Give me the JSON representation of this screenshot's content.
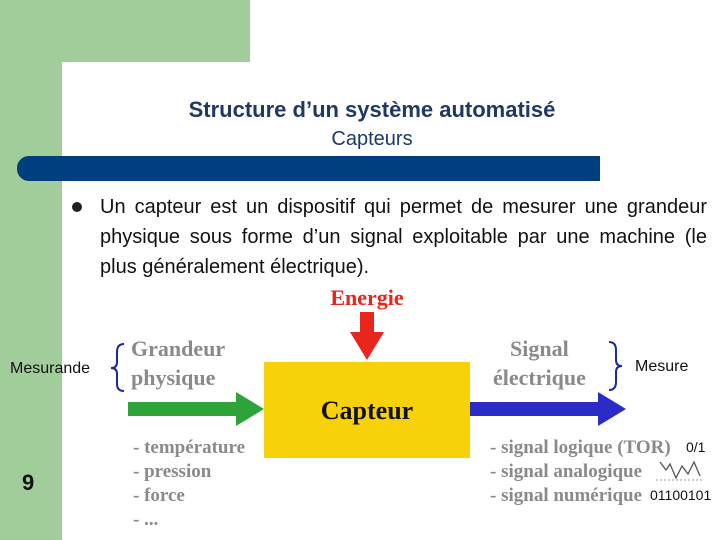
{
  "slide": {
    "title": "Structure d’un système automatisé",
    "subtitle": "Capteurs",
    "bullet_text": "Un capteur est un dispositif qui permet de mesurer une grandeur physique sous forme d’un signal exploitable par une machine (le plus généralement électrique).",
    "page_number": "9"
  },
  "diagram": {
    "energie": "Energie",
    "grandeur_line1": "Grandeur",
    "grandeur_line2": "physique",
    "capteur": "Capteur",
    "signal_line1": "Signal",
    "signal_line2": "électrique",
    "inputs": [
      "- température",
      "- pression",
      "- force",
      "- ..."
    ],
    "outputs": [
      "- signal logique (TOR)",
      "- signal analogique",
      "- signal numérique"
    ],
    "colors": {
      "energie": "#e8261c",
      "input_arrow": "#2ea33a",
      "output_arrow": "#2b2bc8",
      "box": "#f7d10a",
      "grey_text": "#8a8a8a"
    }
  },
  "annotations": {
    "mesurande": "Mesurande",
    "mesure": "Mesure",
    "tor_value": "0/1",
    "digital_value": "01100101"
  }
}
